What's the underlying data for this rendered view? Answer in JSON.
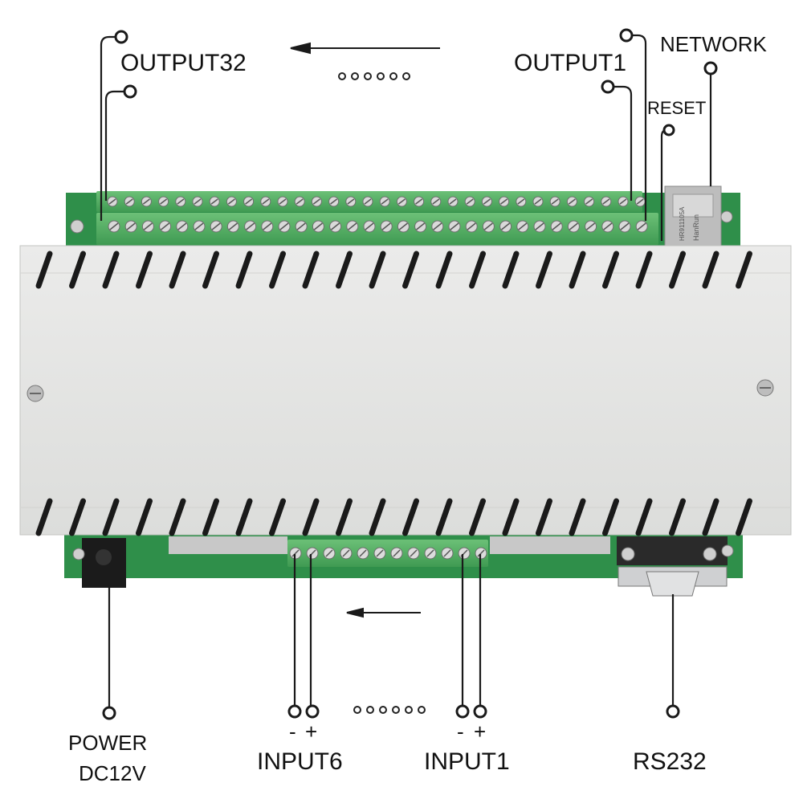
{
  "labels": {
    "output32": "OUTPUT32",
    "output1": "OUTPUT1",
    "network": "NETWORK",
    "reset": "RESET",
    "power": "POWER",
    "power_voltage": "DC12V",
    "input6": "INPUT6",
    "input1": "INPUT1",
    "rs232": "RS232",
    "minus": "-",
    "plus": "+"
  },
  "ethernet_jack_text": {
    "brand": "HanRun",
    "model": "HR911105A"
  },
  "colors": {
    "enclosure": "#e4e5e2",
    "terminal_green": "#5fb36a",
    "pcb_green": "#2f8f4a",
    "vent": "#1a1a1a",
    "wire": "#1a1a1a"
  }
}
